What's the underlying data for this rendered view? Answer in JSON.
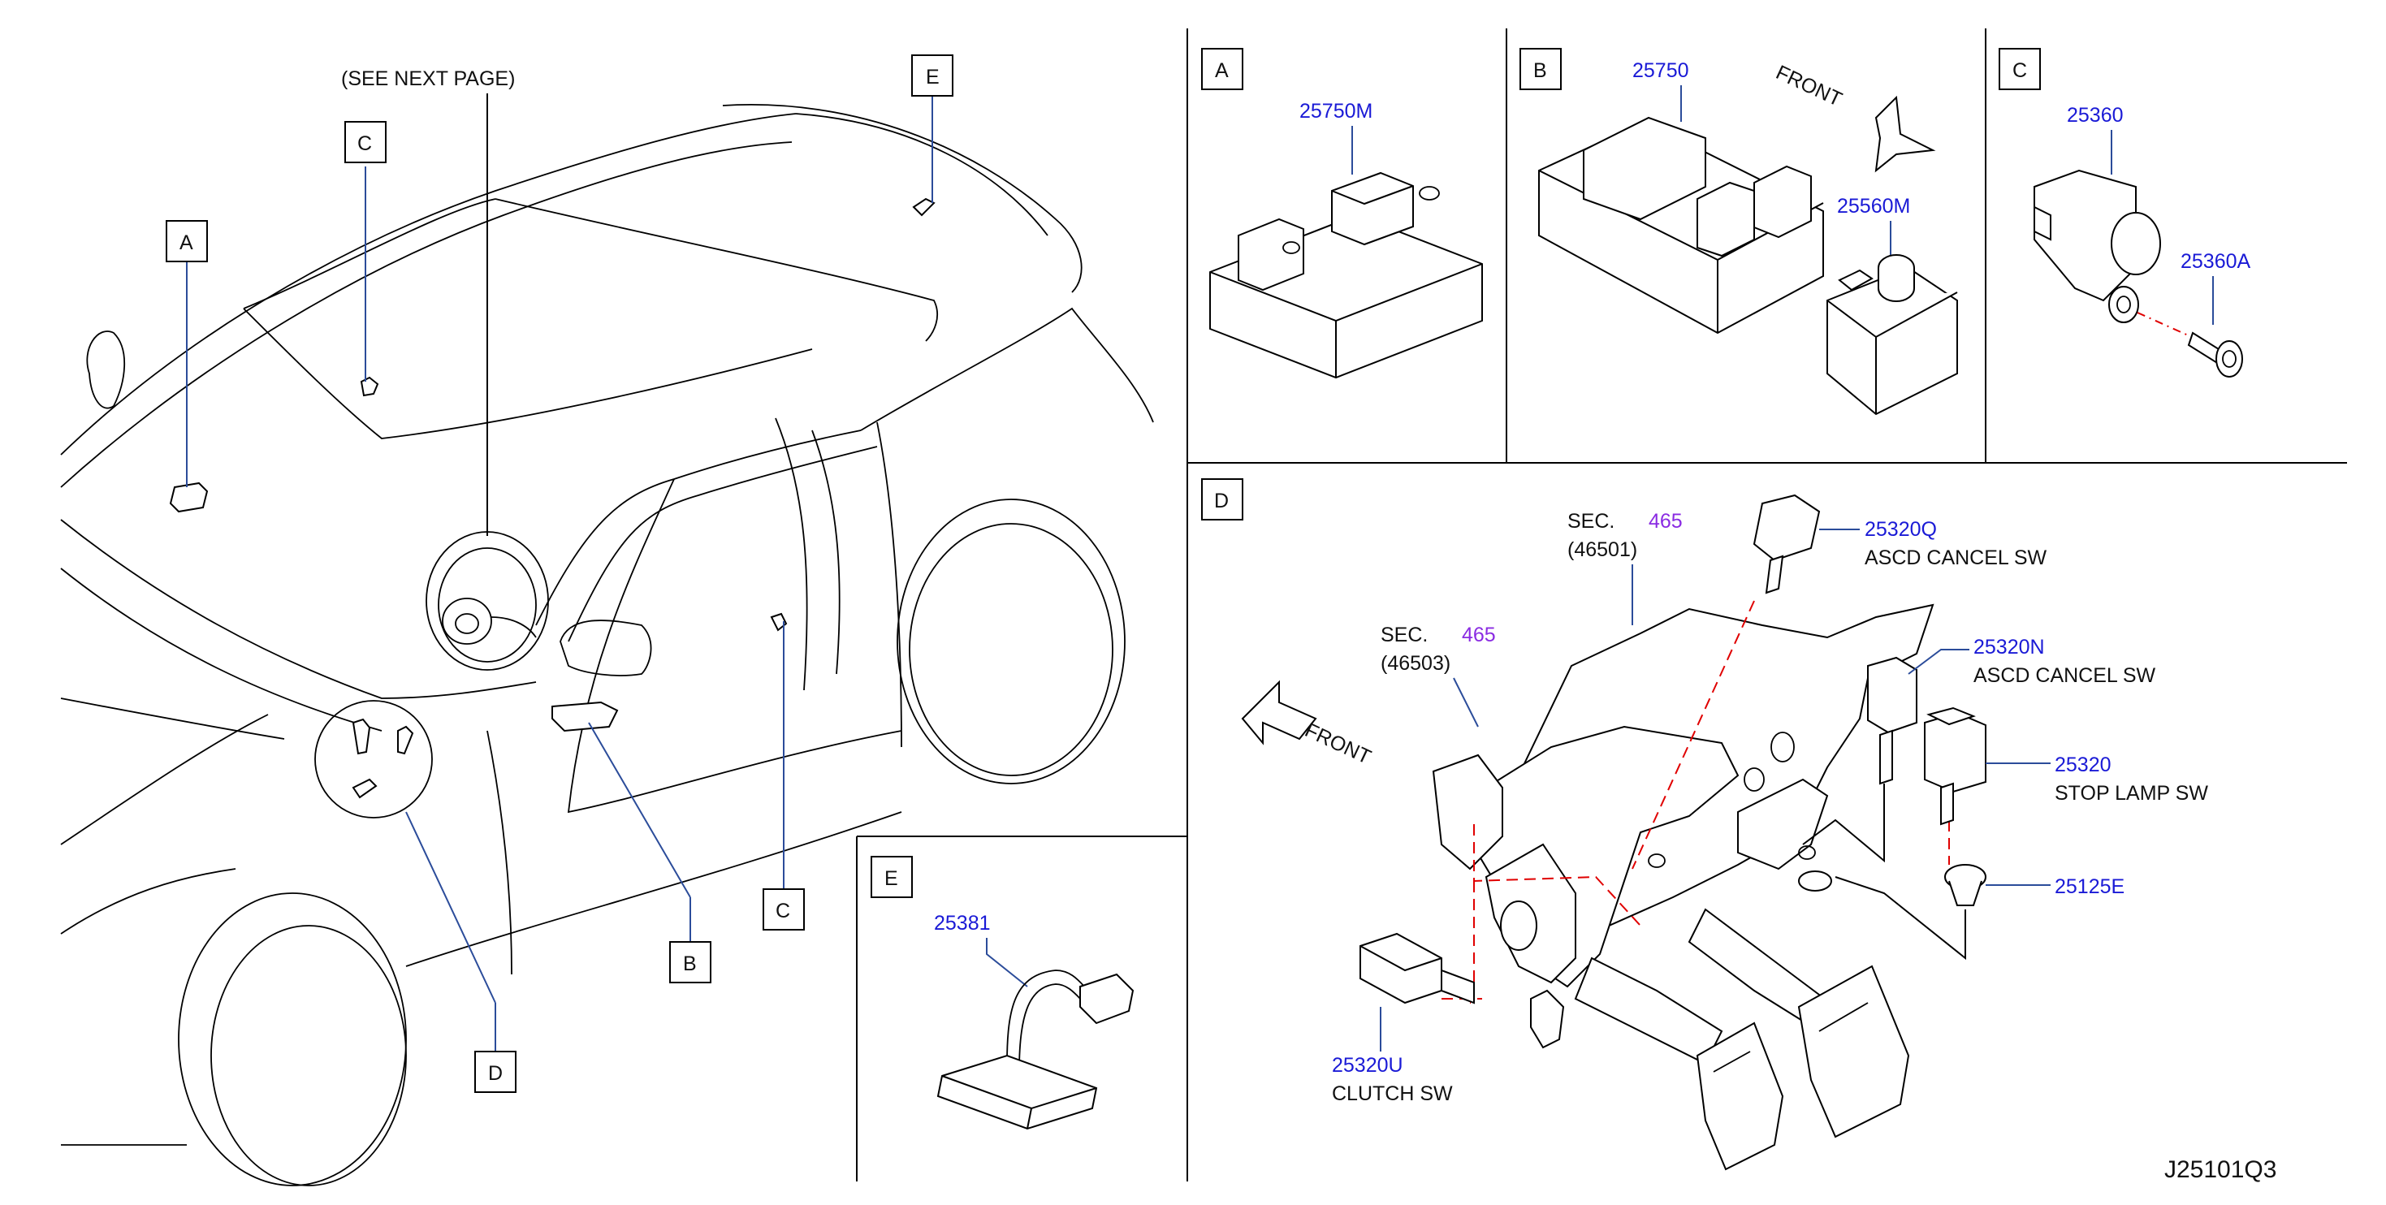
{
  "overview": {
    "see_next_page": "(SEE   NEXT   PAGE)",
    "callouts": [
      "A",
      "C",
      "E",
      "C",
      "B",
      "D"
    ]
  },
  "panels": {
    "A": {
      "label": "A",
      "parts": [
        "25750M"
      ]
    },
    "B": {
      "label": "B",
      "parts": [
        "25750",
        "25560M"
      ],
      "front": "FRONT"
    },
    "C": {
      "label": "C",
      "parts": [
        "25360",
        "25360A"
      ]
    },
    "D": {
      "label": "D",
      "front": "FRONT",
      "sec1": {
        "prefix": "SEC.",
        "num": "465",
        "sub": "(46501)"
      },
      "sec2": {
        "prefix": "SEC.",
        "num": "465",
        "sub": "(46503)"
      },
      "parts": [
        {
          "pn": "25320Q",
          "desc": "ASCD   CANCEL   SW"
        },
        {
          "pn": "25320N",
          "desc": "ASCD   CANCEL   SW"
        },
        {
          "pn": "25320",
          "desc": "STOP   LAMP   SW"
        },
        {
          "pn": "25125E",
          "desc": ""
        },
        {
          "pn": "25320U",
          "desc": "CLUTCH   SW"
        }
      ]
    },
    "E": {
      "label": "E",
      "parts": [
        "25381"
      ]
    }
  },
  "diagram_code": "J25101Q3",
  "colors": {
    "part_number": "#1a1ad6",
    "section_ref": "#8a2be2",
    "leader": "#2b4c9a",
    "dashed": "#e00000"
  }
}
